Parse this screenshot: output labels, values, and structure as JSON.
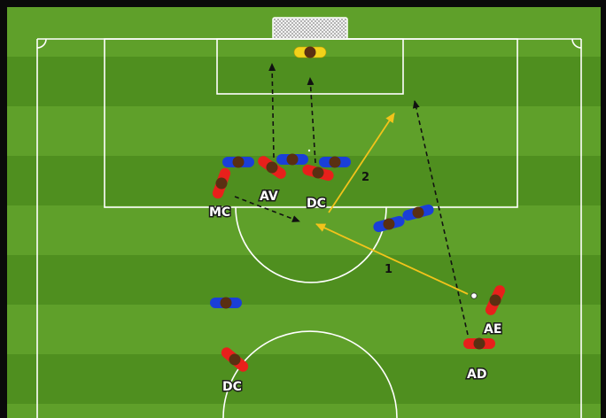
{
  "diagram": {
    "colors": {
      "grass_light": "#5fa02a",
      "grass_dark": "#4f8f1f",
      "line": "#ffffff",
      "team_red": "#e8201b",
      "team_blue": "#1a3fd8",
      "goalkeeper": "#f2d21a",
      "skin": "#5a2f12",
      "pass_arrow": "#f2c31b",
      "run_arrow": "#111111",
      "frame": "#0a0a0a"
    },
    "labels": {
      "mc": "MC",
      "av": "AV",
      "dc_top": "DC",
      "ae": "AE",
      "ad": "AD",
      "dc_bottom": "DC",
      "pass_1": "1",
      "pass_2": "2"
    }
  }
}
